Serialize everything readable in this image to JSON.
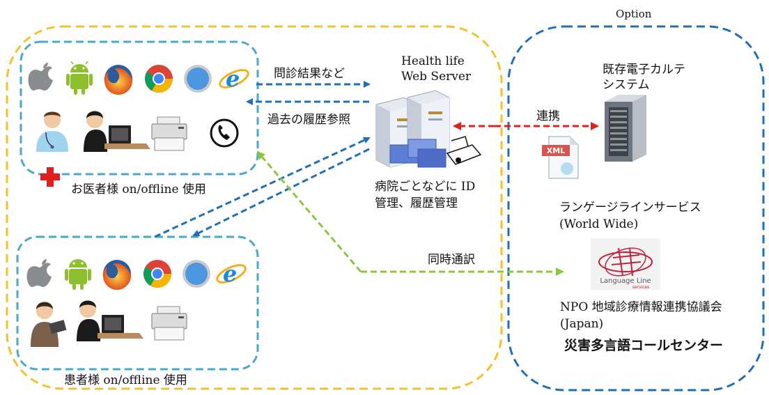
{
  "option_label": "Option",
  "server": {
    "title": "Health life",
    "subtitle": "Web Server"
  },
  "server_caption": {
    "line1": "病院ごとなどに ID",
    "line2": "管理、履歴管理"
  },
  "doctor_group": {
    "label": "お医者様 on/offline 使用"
  },
  "patient_group": {
    "label": "患者様 on/offline 使用"
  },
  "arrows": {
    "results": "問診結果など",
    "history": "過去の履歴参照",
    "link": "連携",
    "interpret": "同時通訳"
  },
  "emr": {
    "line1": "既存電子カルテ",
    "line2": "システム"
  },
  "xml_label": "XML",
  "language_service": {
    "line1": "ランゲージラインサービス",
    "line2": "(World Wide)"
  },
  "language_logo": {
    "line1": "Language Line",
    "line2": "services"
  },
  "npo": {
    "line1": "NPO 地域診療情報連携協議会",
    "line2": "(Japan)"
  },
  "call_center": "災害多言語コールセンター",
  "colors": {
    "yellow_border": "#f5c02a",
    "blue_border": "#1f6fb6",
    "teal_border": "#4aa9c5",
    "blue_arrow": "#1f6fb6",
    "red_arrow": "#e0201e",
    "green_arrow": "#8cc63f"
  },
  "icons": [
    "apple-icon",
    "android-icon",
    "firefox-icon",
    "chrome-icon",
    "safari-icon",
    "ie-icon",
    "doctor-icon",
    "person-laptop-icon",
    "printer-icon",
    "phone-icon",
    "tablet-user-icon",
    "server-icon",
    "tower-server-icon",
    "xml-file-icon",
    "red-cross-icon"
  ]
}
